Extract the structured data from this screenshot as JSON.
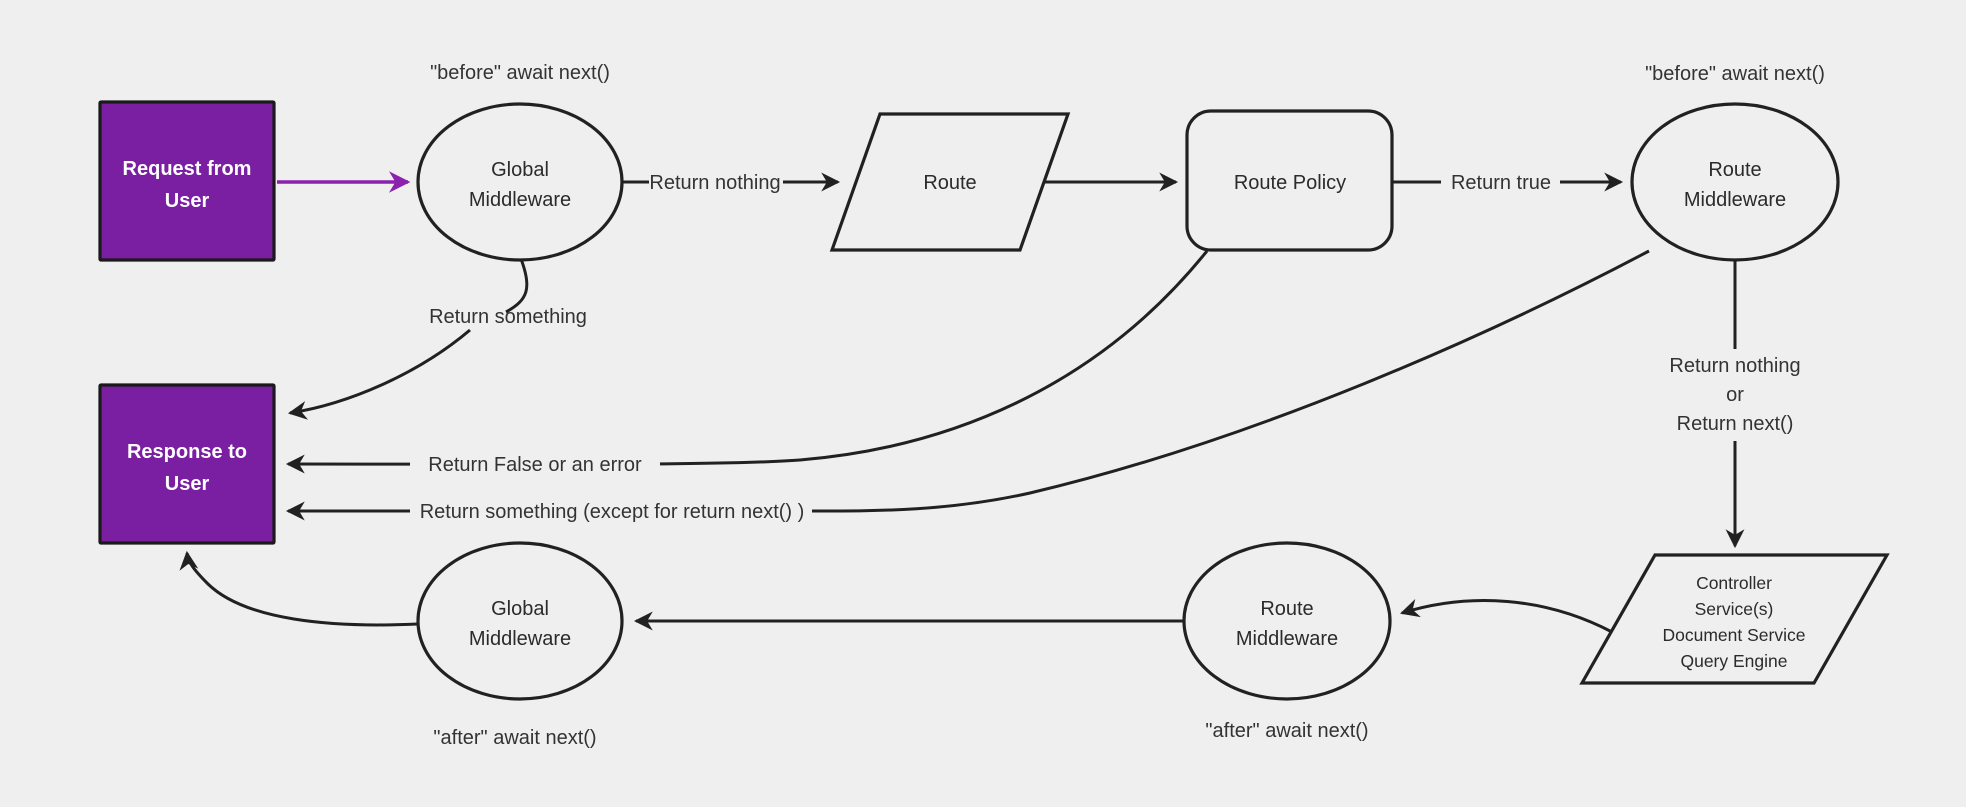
{
  "diagram": {
    "nodes": {
      "request": {
        "line1": "Request from",
        "line2": "User"
      },
      "global_middleware_top": {
        "line1": "Global",
        "line2": "Middleware"
      },
      "route": {
        "label": "Route"
      },
      "route_policy": {
        "label": "Route Policy"
      },
      "route_middleware_top": {
        "line1": "Route",
        "line2": "Middleware"
      },
      "response": {
        "line1": "Response to",
        "line2": "User"
      },
      "controller": {
        "line1": "Controller",
        "line2": "Service(s)",
        "line3": "Document Service",
        "line4": "Query Engine"
      },
      "route_middleware_bottom": {
        "line1": "Route",
        "line2": "Middleware"
      },
      "global_middleware_bottom": {
        "line1": "Global",
        "line2": "Middleware"
      }
    },
    "labels": {
      "before_await_left": "\"before\" await next()",
      "before_await_right": "\"before\" await next()",
      "return_nothing": "Return nothing",
      "return_true": "Return true",
      "return_something": "Return something",
      "return_false_or_error": "Return False or an error",
      "return_something_except": "Return something (except for return next() )",
      "return_nothing_or_line1": "Return nothing",
      "return_nothing_or_line2": "or",
      "return_nothing_or_line3": "Return next()",
      "after_await_left": "\"after\" await next()",
      "after_await_right": "\"after\" await next()"
    },
    "colors": {
      "background": "#efefef",
      "stroke": "#212121",
      "purple_fill": "#7b1fa2",
      "purple_arrow": "#8b21ad",
      "text": "#333333"
    }
  }
}
